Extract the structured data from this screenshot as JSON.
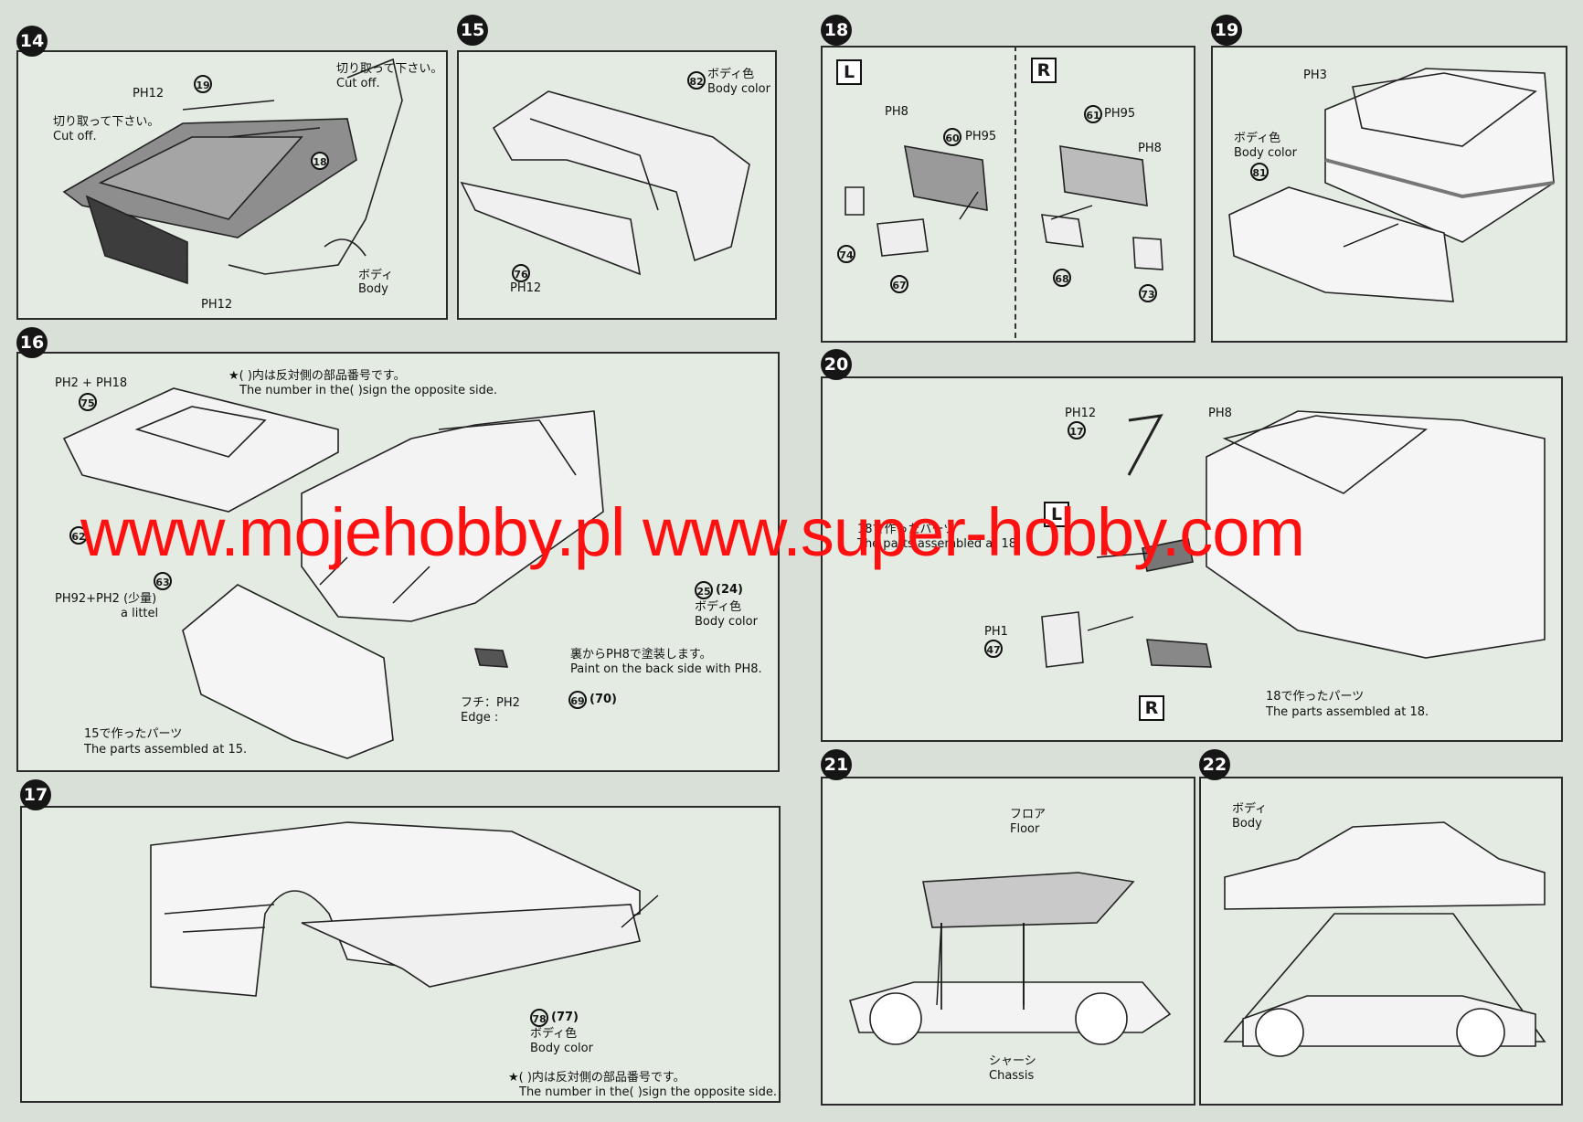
{
  "steps": {
    "s14": {
      "num": "14",
      "ph_12a": "PH12",
      "ph_12b": "PH12",
      "c19": "19",
      "c18": "18",
      "cut_jp_a": "切り取って下さい。",
      "cut_en_a": "Cut off.",
      "cut_jp_b": "切り取って下さい。",
      "cut_en_b": "Cut off.",
      "body_jp": "ボディ",
      "body_en": "Body"
    },
    "s15": {
      "num": "15",
      "c82": "82",
      "color_jp": "ボディ色",
      "color_en": "Body color",
      "c76": "76",
      "ph12": "PH12"
    },
    "s16": {
      "num": "16",
      "ph_combo": "PH2 + PH18",
      "c75": "75",
      "note_jp": "★(  )内は反対側の部品番号です。",
      "note_en": "The number in the(  )sign the opposite side.",
      "c62": "62",
      "c63": "63",
      "ph_mix": "PH92+PH2 (少量)",
      "a_little": "a littel",
      "c25": "25",
      "c24": "(24)",
      "color_jp": "ボディ色",
      "color_en": "Body color",
      "paint_jp": "裏からPH8で塗装します。",
      "paint_en": "Paint on the back side with PH8.",
      "edge_jp": "フチ：PH2",
      "edge_en": "Edge :",
      "c69": "69",
      "c70": "(70)",
      "made15_jp": "15で作ったパーツ",
      "made15_en": "The parts assembled at 15."
    },
    "s17": {
      "num": "17",
      "c78": "78",
      "c77": "(77)",
      "color_jp": "ボディ色",
      "color_en": "Body color",
      "note_jp": "★(  )内は反対側の部品番号です。",
      "note_en": "The number in the(  )sign the opposite side."
    },
    "s18": {
      "num": "18",
      "L": "L",
      "R": "R",
      "ph8a": "PH8",
      "c60": "60",
      "ph95a": "PH95",
      "c74": "74",
      "c67": "67",
      "c61": "61",
      "ph95b": "PH95",
      "ph8b": "PH8",
      "c68": "68",
      "c73": "73"
    },
    "s19": {
      "num": "19",
      "ph3": "PH3",
      "color_jp": "ボディ色",
      "color_en": "Body color",
      "c81": "81"
    },
    "s20": {
      "num": "20",
      "ph12": "PH12",
      "c17": "17",
      "ph8": "PH8",
      "made18a_jp": "18で作ったパーツ",
      "made18a_en": "The parts assembled at 18.",
      "L": "L",
      "ph1": "PH1",
      "c47": "47",
      "R": "R",
      "made18b_jp": "18で作ったパーツ",
      "made18b_en": "The parts assembled at 18."
    },
    "s21": {
      "num": "21",
      "floor_jp": "フロア",
      "floor_en": "Floor",
      "chassis_jp": "シャーシ",
      "chassis_en": "Chassis"
    },
    "s22": {
      "num": "22",
      "body_jp": "ボディ",
      "body_en": "Body"
    }
  },
  "watermark": "www.mojehobby.pl www.super-hobby.com"
}
